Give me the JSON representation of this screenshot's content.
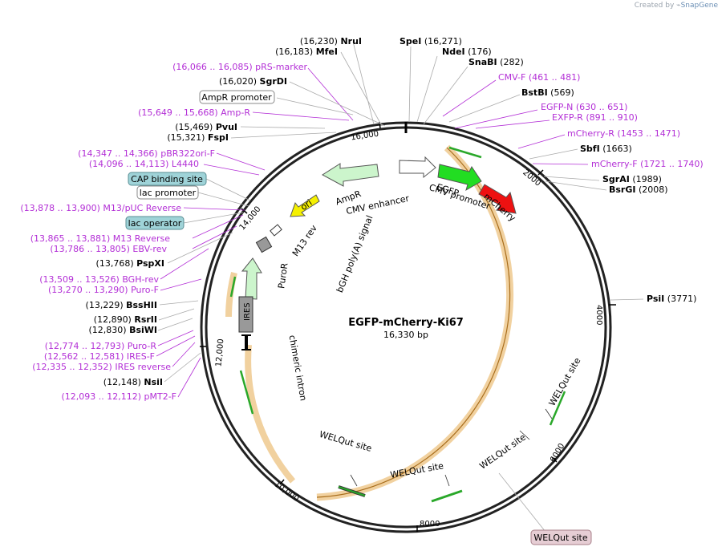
{
  "credit": {
    "prefix": "Created by",
    "brand": "SnapGene"
  },
  "plasmid": {
    "name": "EGFP-mCherry-Ki67",
    "size_label": "16,330 bp",
    "length": 16330
  },
  "ticks": [
    {
      "label": "2000"
    },
    {
      "label": "4000"
    },
    {
      "label": "6000"
    },
    {
      "label": "8000"
    },
    {
      "label": "10,000"
    },
    {
      "label": "12,000"
    },
    {
      "label": "14,000"
    },
    {
      "label": "16,000"
    }
  ],
  "labels_left": [
    {
      "pos": "(16,230)",
      "name": "NruI",
      "kind": "enzyme"
    },
    {
      "pos": "(16,183)",
      "name": "MfeI",
      "kind": "enzyme"
    },
    {
      "pos": "(16,066 .. 16,085)",
      "name": "pRS-marker",
      "kind": "primer"
    },
    {
      "pos": "(16,020)",
      "name": "SgrDI",
      "kind": "enzyme"
    },
    {
      "pos": "",
      "name": "AmpR promoter",
      "kind": "boxed"
    },
    {
      "pos": "(15,649 .. 15,668)",
      "name": "Amp-R",
      "kind": "primer"
    },
    {
      "pos": "(15,469)",
      "name": "PvuI",
      "kind": "enzyme"
    },
    {
      "pos": "(15,321)",
      "name": "FspI",
      "kind": "enzyme"
    },
    {
      "pos": "(14,347 .. 14,366)",
      "name": "pBR322ori-F",
      "kind": "primer"
    },
    {
      "pos": "(14,096 .. 14,113)",
      "name": "L4440",
      "kind": "primer"
    },
    {
      "pos": "",
      "name": "CAP binding site",
      "kind": "boxed-blue"
    },
    {
      "pos": "",
      "name": "lac promoter",
      "kind": "boxed"
    },
    {
      "pos": "(13,878 .. 13,900)",
      "name": "M13/pUC Reverse",
      "kind": "primer"
    },
    {
      "pos": "",
      "name": "lac operator",
      "kind": "boxed-blue"
    },
    {
      "pos": "(13,865 .. 13,881)",
      "name": "M13 Reverse",
      "kind": "primer"
    },
    {
      "pos": "(13,786 .. 13,805)",
      "name": "EBV-rev",
      "kind": "primer"
    },
    {
      "pos": "(13,768)",
      "name": "PspXI",
      "kind": "enzyme"
    },
    {
      "pos": "(13,509 .. 13,526)",
      "name": "BGH-rev",
      "kind": "primer"
    },
    {
      "pos": "(13,270 .. 13,290)",
      "name": "Puro-F",
      "kind": "primer"
    },
    {
      "pos": "(13,229)",
      "name": "BssHII",
      "kind": "enzyme"
    },
    {
      "pos": "(12,890)",
      "name": "RsrII",
      "kind": "enzyme"
    },
    {
      "pos": "(12,830)",
      "name": "BsiWI",
      "kind": "enzyme"
    },
    {
      "pos": "(12,774 .. 12,793)",
      "name": "Puro-R",
      "kind": "primer"
    },
    {
      "pos": "(12,562 .. 12,581)",
      "name": "IRES-F",
      "kind": "primer"
    },
    {
      "pos": "(12,335 .. 12,352)",
      "name": "IRES reverse",
      "kind": "primer"
    },
    {
      "pos": "(12,148)",
      "name": "NsiI",
      "kind": "enzyme"
    },
    {
      "pos": "(12,093 .. 12,112)",
      "name": "pMT2-F",
      "kind": "primer"
    }
  ],
  "labels_right": [
    {
      "name": "SpeI",
      "pos": "(16,271)",
      "kind": "enzyme"
    },
    {
      "name": "NdeI",
      "pos": "(176)",
      "kind": "enzyme"
    },
    {
      "name": "SnaBI",
      "pos": "(282)",
      "kind": "enzyme"
    },
    {
      "name": "CMV-F",
      "pos": "(461 .. 481)",
      "kind": "primer"
    },
    {
      "name": "BstBI",
      "pos": "(569)",
      "kind": "enzyme"
    },
    {
      "name": "EGFP-N",
      "pos": "(630 .. 651)",
      "kind": "primer"
    },
    {
      "name": "EXFP-R",
      "pos": "(891 .. 910)",
      "kind": "primer"
    },
    {
      "name": "mCherry-R",
      "pos": "(1453 .. 1471)",
      "kind": "primer"
    },
    {
      "name": "SbfI",
      "pos": "(1663)",
      "kind": "enzyme"
    },
    {
      "name": "mCherry-F",
      "pos": "(1721 .. 1740)",
      "kind": "primer"
    },
    {
      "name": "SgrAI",
      "pos": "(1989)",
      "kind": "enzyme"
    },
    {
      "name": "BsrGI",
      "pos": "(2008)",
      "kind": "enzyme"
    },
    {
      "name": "PsiI",
      "pos": "(3771)",
      "kind": "enzyme"
    },
    {
      "name": "WELQut site",
      "pos": "",
      "kind": "boxed-pink"
    }
  ],
  "features": [
    {
      "name": "CMV enhancer",
      "color": "#ffffff"
    },
    {
      "name": "CMV promoter",
      "color": "#ffffff"
    },
    {
      "name": "EGFP",
      "color": "#22dd22"
    },
    {
      "name": "mCherry",
      "color": "#ee1111"
    },
    {
      "name": "AmpR",
      "color": "#ccf5cc"
    },
    {
      "name": "ori",
      "color": "#f5f000"
    },
    {
      "name": "M13 rev",
      "color": "#ffffff"
    },
    {
      "name": "bGH poly(A) signal",
      "color": "#aaaaaa"
    },
    {
      "name": "PuroR",
      "color": "#ccf5cc"
    },
    {
      "name": "IRES",
      "color": "#999999"
    },
    {
      "name": "chimeric intron",
      "color": "#000000"
    },
    {
      "name": "WELQut site",
      "color": "#ffffff"
    }
  ],
  "colors": {
    "enzyme": "#000000",
    "primer": "#b32fd6",
    "ring": "#222222",
    "orf": "#e8b872",
    "arrow": "#2aa82a"
  }
}
